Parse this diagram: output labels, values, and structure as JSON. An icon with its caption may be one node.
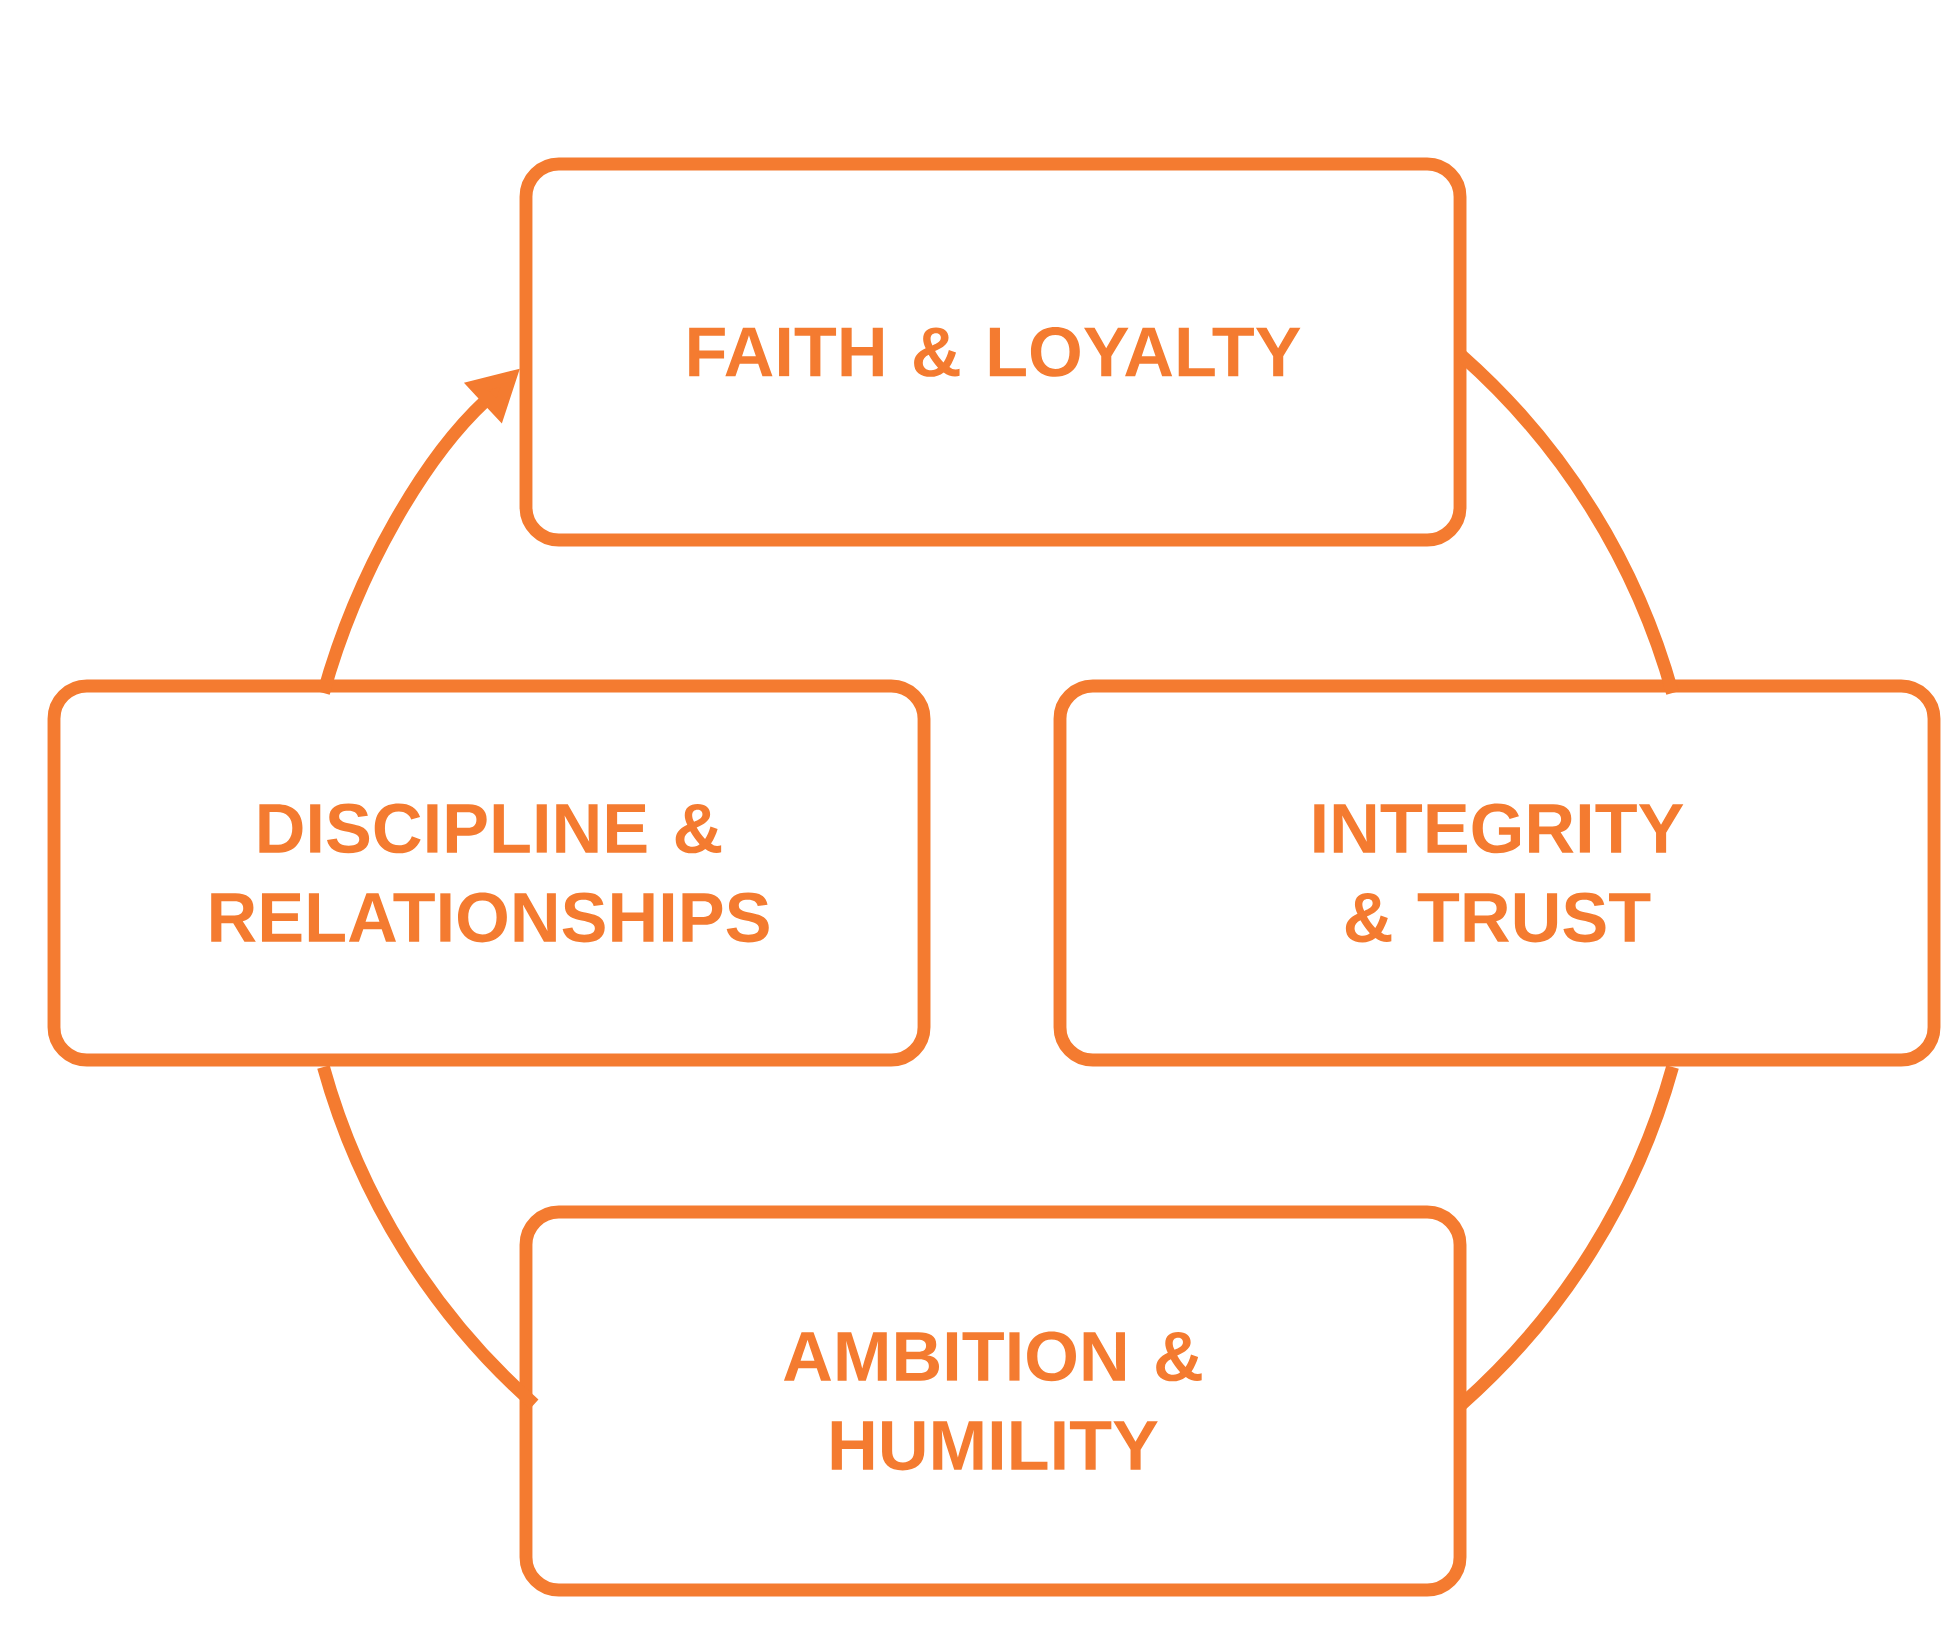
{
  "diagram": {
    "nodes": [
      {
        "text": [
          "FAITH & LOYALTY"
        ]
      },
      {
        "text": [
          "DISCIPLINE & RELATIONSHIPS"
        ]
      },
      {
        "text": [
          "INTEGRITY & TRUST"
        ]
      },
      {
        "text": [
          "AMBITION & HUMILITY"
        ]
      }
    ],
    "edges": [
      {
        "from": 0,
        "to": 2,
        "arrow": "none"
      },
      {
        "from": 2,
        "to": 3,
        "arrow": "none"
      },
      {
        "from": 3,
        "to": 1,
        "arrow": "none"
      },
      {
        "from": 1,
        "to": 0,
        "arrow": "to"
      }
    ]
  }
}
